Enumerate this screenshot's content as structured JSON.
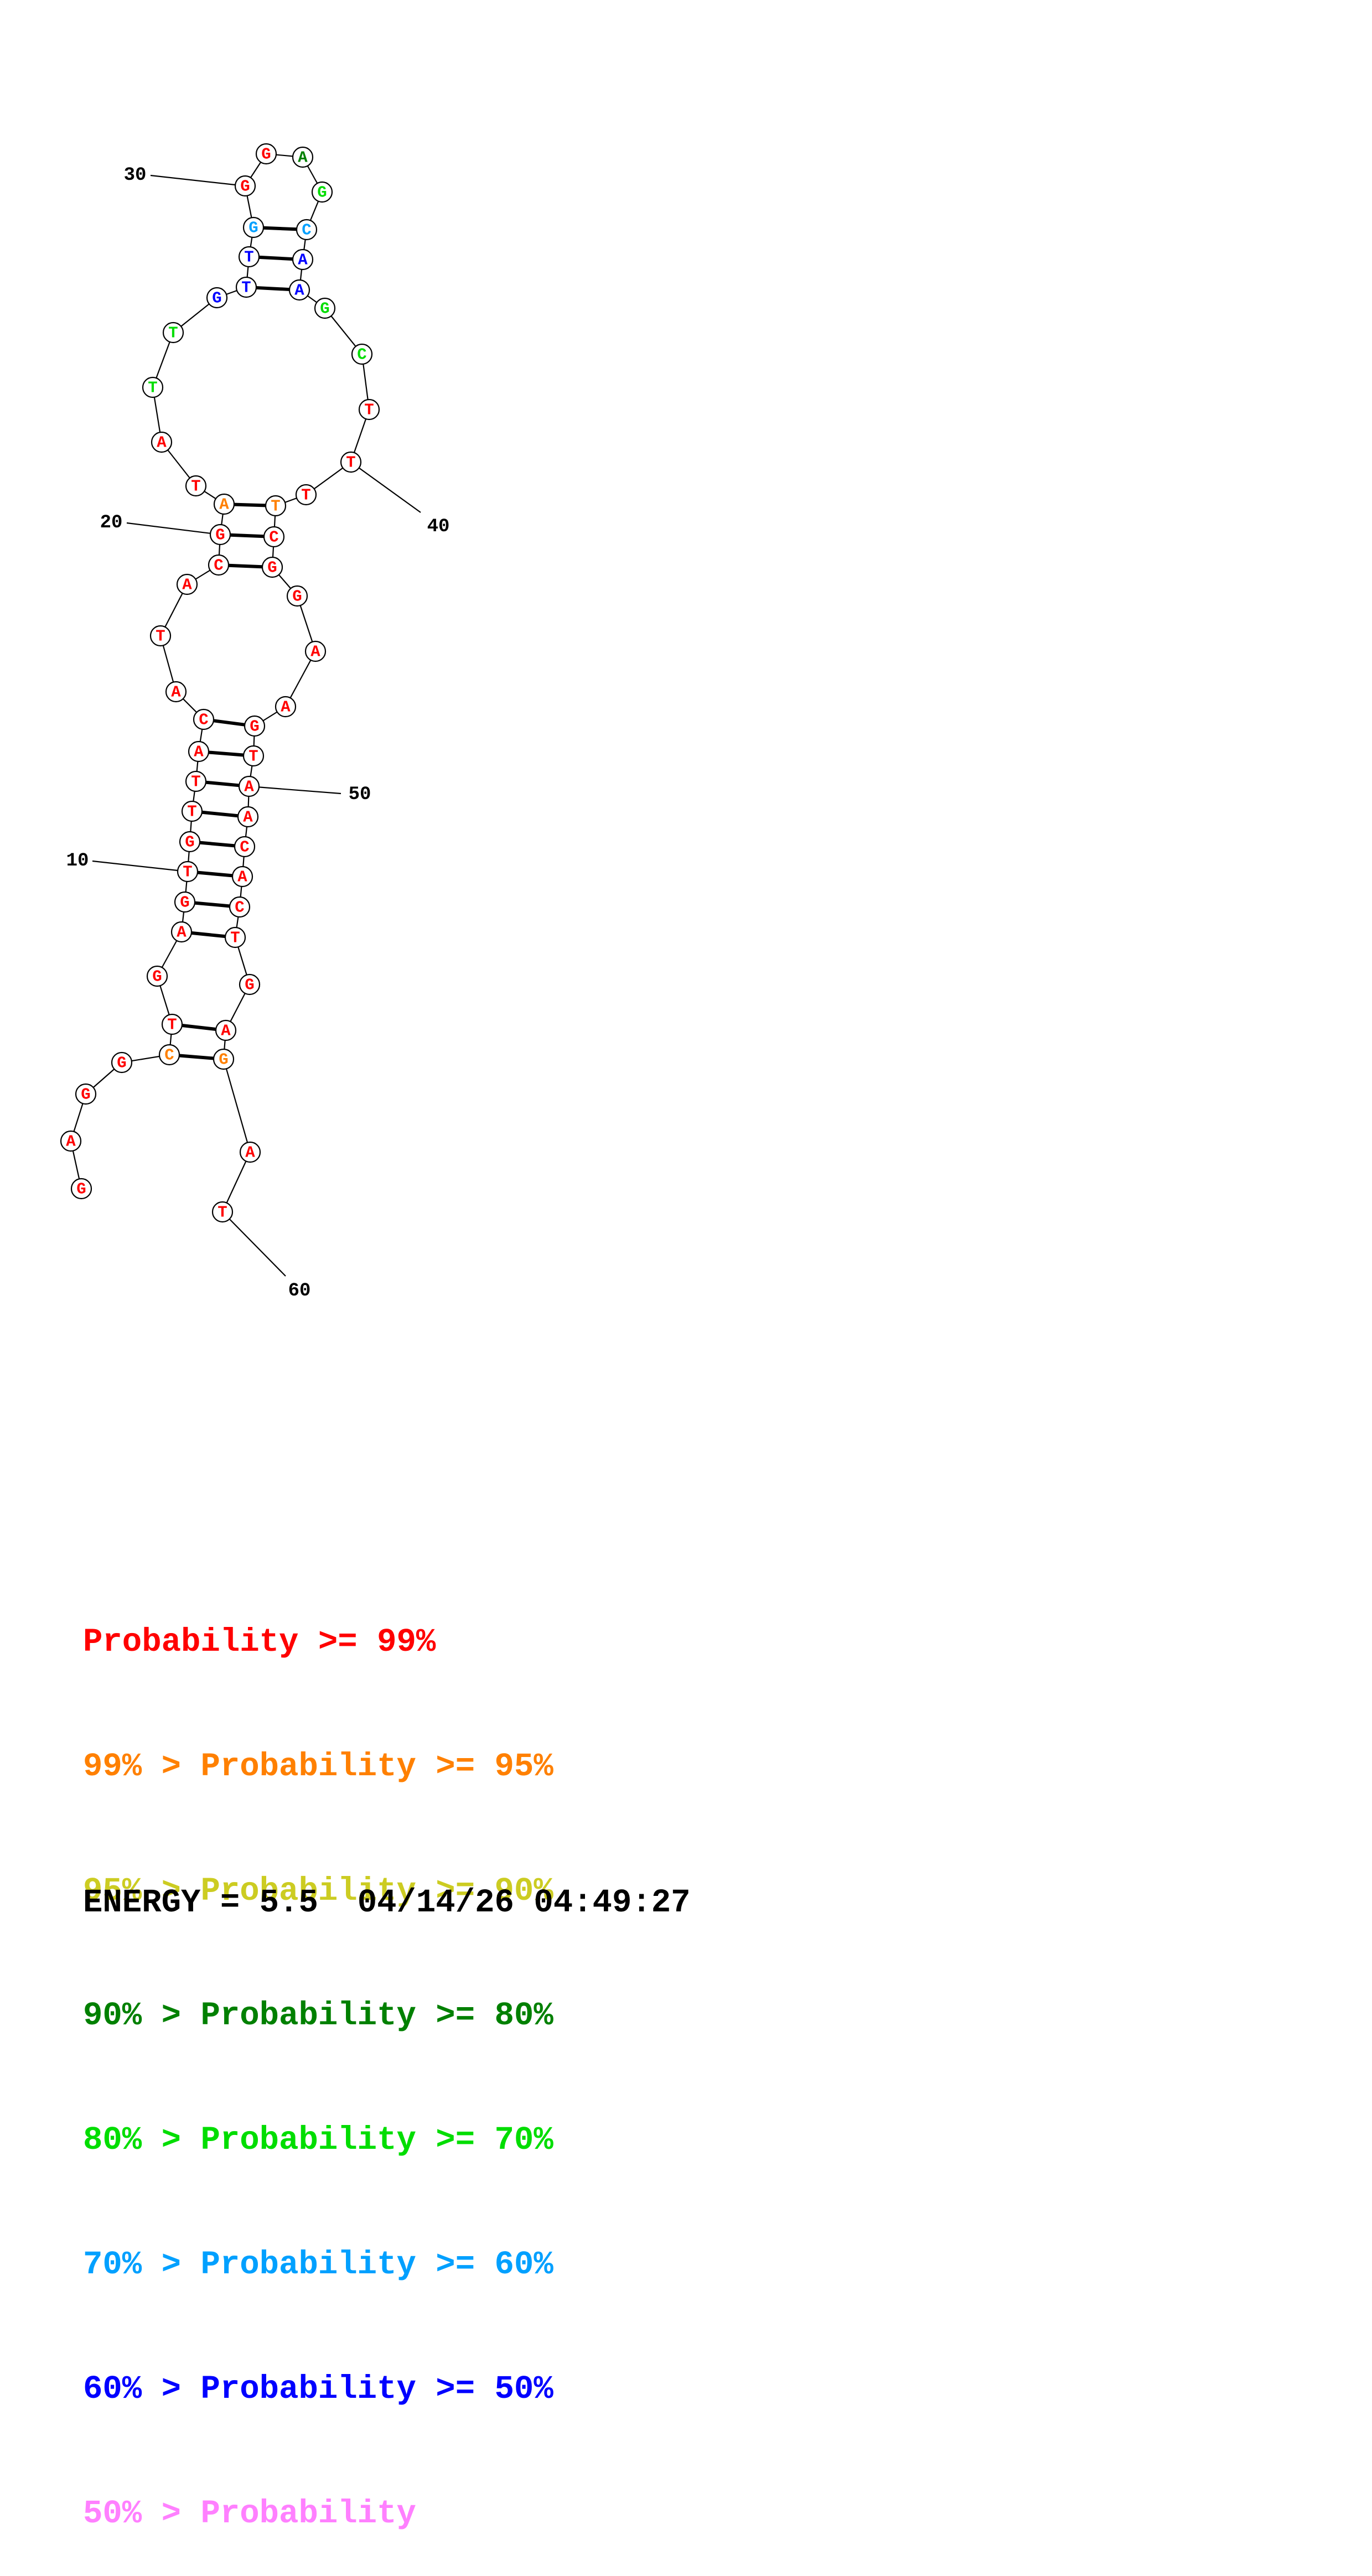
{
  "structure": {
    "nucleotides": [
      {
        "i": 1,
        "base": "G",
        "color": "#ff0000"
      },
      {
        "i": 2,
        "base": "A",
        "color": "#ff0000"
      },
      {
        "i": 3,
        "base": "G",
        "color": "#ff0000"
      },
      {
        "i": 4,
        "base": "G",
        "color": "#ff0000"
      },
      {
        "i": 5,
        "base": "C",
        "color": "#ff8000"
      },
      {
        "i": 6,
        "base": "T",
        "color": "#ff0000"
      },
      {
        "i": 7,
        "base": "G",
        "color": "#ff0000"
      },
      {
        "i": 8,
        "base": "A",
        "color": "#ff0000"
      },
      {
        "i": 9,
        "base": "G",
        "color": "#ff0000"
      },
      {
        "i": 10,
        "base": "T",
        "color": "#ff0000"
      },
      {
        "i": 11,
        "base": "G",
        "color": "#ff0000"
      },
      {
        "i": 12,
        "base": "T",
        "color": "#ff0000"
      },
      {
        "i": 13,
        "base": "T",
        "color": "#ff0000"
      },
      {
        "i": 14,
        "base": "A",
        "color": "#ff0000"
      },
      {
        "i": 15,
        "base": "C",
        "color": "#ff0000"
      },
      {
        "i": 16,
        "base": "A",
        "color": "#ff0000"
      },
      {
        "i": 17,
        "base": "T",
        "color": "#ff0000"
      },
      {
        "i": 18,
        "base": "A",
        "color": "#ff0000"
      },
      {
        "i": 19,
        "base": "C",
        "color": "#ff0000"
      },
      {
        "i": 20,
        "base": "G",
        "color": "#ff0000"
      },
      {
        "i": 21,
        "base": "A",
        "color": "#ff8000"
      },
      {
        "i": 22,
        "base": "T",
        "color": "#ff0000"
      },
      {
        "i": 23,
        "base": "A",
        "color": "#ff0000"
      },
      {
        "i": 24,
        "base": "T",
        "color": "#00dd00"
      },
      {
        "i": 25,
        "base": "T",
        "color": "#00dd00"
      },
      {
        "i": 26,
        "base": "G",
        "color": "#0000ff"
      },
      {
        "i": 27,
        "base": "T",
        "color": "#0000ff"
      },
      {
        "i": 28,
        "base": "T",
        "color": "#0000ff"
      },
      {
        "i": 29,
        "base": "G",
        "color": "#00a0ff"
      },
      {
        "i": 30,
        "base": "G",
        "color": "#ff0000"
      },
      {
        "i": 31,
        "base": "G",
        "color": "#ff0000"
      },
      {
        "i": 32,
        "base": "A",
        "color": "#008000"
      },
      {
        "i": 33,
        "base": "G",
        "color": "#00dd00"
      },
      {
        "i": 34,
        "base": "C",
        "color": "#00a0ff"
      },
      {
        "i": 35,
        "base": "A",
        "color": "#0000ff"
      },
      {
        "i": 36,
        "base": "A",
        "color": "#0000ff"
      },
      {
        "i": 37,
        "base": "G",
        "color": "#00dd00"
      },
      {
        "i": 38,
        "base": "C",
        "color": "#00dd00"
      },
      {
        "i": 39,
        "base": "T",
        "color": "#ff0000"
      },
      {
        "i": 40,
        "base": "T",
        "color": "#ff0000"
      },
      {
        "i": 41,
        "base": "T",
        "color": "#ff0000"
      },
      {
        "i": 42,
        "base": "T",
        "color": "#ff8000"
      },
      {
        "i": 43,
        "base": "C",
        "color": "#ff0000"
      },
      {
        "i": 44,
        "base": "G",
        "color": "#ff0000"
      },
      {
        "i": 45,
        "base": "G",
        "color": "#ff0000"
      },
      {
        "i": 46,
        "base": "A",
        "color": "#ff0000"
      },
      {
        "i": 47,
        "base": "A",
        "color": "#ff0000"
      },
      {
        "i": 48,
        "base": "G",
        "color": "#ff0000"
      },
      {
        "i": 49,
        "base": "T",
        "color": "#ff0000"
      },
      {
        "i": 50,
        "base": "A",
        "color": "#ff0000"
      },
      {
        "i": 51,
        "base": "A",
        "color": "#ff0000"
      },
      {
        "i": 52,
        "base": "C",
        "color": "#ff0000"
      },
      {
        "i": 53,
        "base": "A",
        "color": "#ff0000"
      },
      {
        "i": 54,
        "base": "C",
        "color": "#ff0000"
      },
      {
        "i": 55,
        "base": "T",
        "color": "#ff0000"
      },
      {
        "i": 56,
        "base": "G",
        "color": "#ff0000"
      },
      {
        "i": 57,
        "base": "A",
        "color": "#ff0000"
      },
      {
        "i": 58,
        "base": "G",
        "color": "#ff8000"
      },
      {
        "i": 59,
        "base": "A",
        "color": "#ff0000"
      },
      {
        "i": 60,
        "base": "T",
        "color": "#ff0000"
      }
    ],
    "pairs": [
      [
        5,
        58
      ],
      [
        6,
        57
      ],
      [
        8,
        55
      ],
      [
        9,
        54
      ],
      [
        10,
        53
      ],
      [
        11,
        52
      ],
      [
        12,
        51
      ],
      [
        13,
        50
      ],
      [
        14,
        49
      ],
      [
        15,
        48
      ],
      [
        19,
        44
      ],
      [
        20,
        43
      ],
      [
        21,
        42
      ],
      [
        27,
        36
      ],
      [
        28,
        35
      ],
      [
        29,
        34
      ]
    ],
    "position_labels": [
      "10",
      "20",
      "30",
      "40",
      "50",
      "60"
    ]
  },
  "legend": [
    {
      "prefix": "",
      "text": "Probability >= 99%",
      "color": "#ff0000"
    },
    {
      "prefix": "99% > ",
      "text": "Probability >= 95%",
      "color": "#ff8000"
    },
    {
      "prefix": "95% > ",
      "text": "Probability >= 90%",
      "color": "#cccc22"
    },
    {
      "prefix": "90% > ",
      "text": "Probability >= 80%",
      "color": "#008000"
    },
    {
      "prefix": "80% > ",
      "text": "Probability >= 70%",
      "color": "#00dd00"
    },
    {
      "prefix": "70% > ",
      "text": "Probability >= 60%",
      "color": "#00a0ff"
    },
    {
      "prefix": "60% > ",
      "text": "Probability >= 50%",
      "color": "#0000ff"
    },
    {
      "prefix": "50% > ",
      "text": "Probability",
      "color": "#ff80ff"
    }
  ],
  "footer": {
    "energy": "ENERGY = 5.5",
    "timestamp": "04/14/26 04:49:27"
  }
}
